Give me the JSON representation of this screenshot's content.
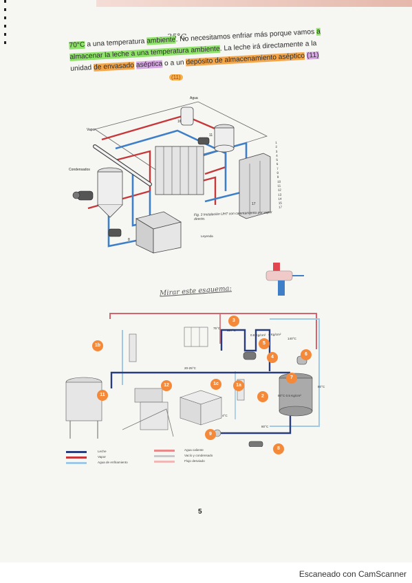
{
  "paragraph": {
    "hl1": "70°C",
    "t1": " a una temperatura ",
    "hl2": "ambiente",
    "t2": ". No necesitamos enfriar más porque vamos ",
    "hl3": "a almacenar la leche a una temperatura ambiente",
    "t3": ". La leche irá directamente a la unidad ",
    "hl4": "de envasado",
    "t4": " ",
    "hl5": "aséptica",
    "t5": " o a un ",
    "hl6": "depósito de almacenamiento aséptico",
    "t6": " ",
    "hl7": "(11)"
  },
  "handwriting": {
    "temperature": "25°C",
    "margin_mark": "(11)",
    "diagram_title": "Mirar este esquema:"
  },
  "top_figure": {
    "legend_numbers": [
      "1",
      "2",
      "3",
      "4",
      "5",
      "6",
      "7",
      "8",
      "9",
      "10",
      "11",
      "12",
      "13",
      "14",
      "15",
      "16",
      "17"
    ],
    "legend_heading": "Leyenda",
    "caption": "Fig. 3 Instalación UHT con calentamiento por vapor directo.",
    "labels": {
      "vapor": "Vapor",
      "agua": "Agua",
      "condensados": "Condensados"
    }
  },
  "bottom_figure": {
    "tags": [
      "1b",
      "3",
      "5",
      "4",
      "6",
      "7",
      "2",
      "1a",
      "1c",
      "11",
      "12",
      "8",
      "9"
    ],
    "labels": {
      "t_137": "137°C",
      "p_08": "0.8 Kg/cm²",
      "p_4": "4 Kg/cm²",
      "t_140": "140°C",
      "t_2025": "20-25°C",
      "t_80": "80°C",
      "t_4": "4°C",
      "t_80b": "80°C",
      "p_05": "80°C 0.5 Kg/cm²",
      "t_75": "75°C"
    }
  },
  "legend_bottom": {
    "left": [
      "Leche",
      "Vapor",
      "Agua de enfriamiento"
    ],
    "right": [
      "Agua caliente",
      "Vacío y condensado",
      "Flujo desviado"
    ],
    "colors": {
      "leche": "#283b7a",
      "vapor": "#c7373a",
      "agua_fria": "#9fc7e6",
      "agua_caliente": "#e88a8a",
      "vacio": "#c9c9c9",
      "desviado": "#f0b7b7"
    }
  },
  "page_number": "5",
  "footer": {
    "text": "Escaneado con CamScanner"
  }
}
